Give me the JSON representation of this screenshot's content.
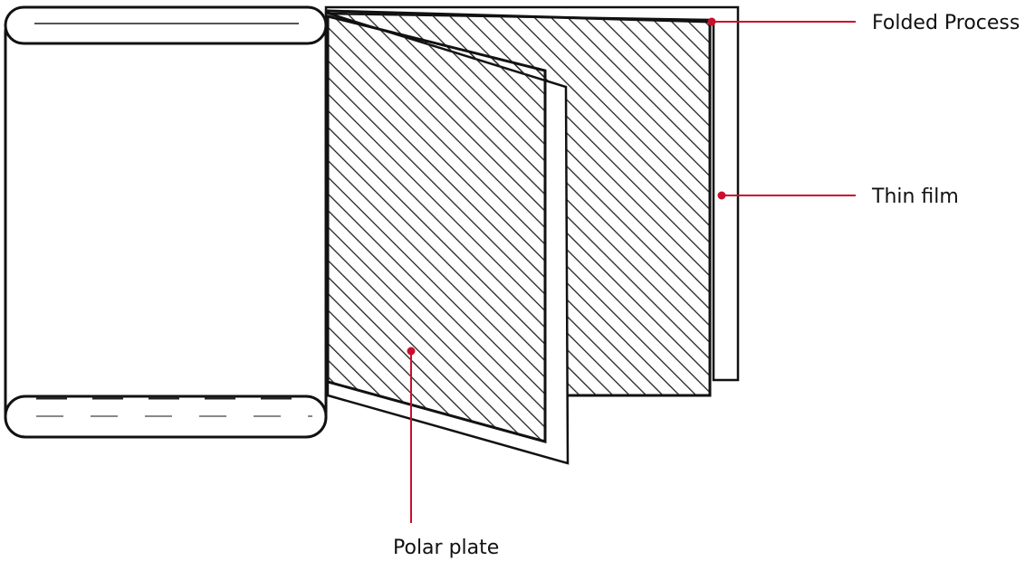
{
  "labels": {
    "folded_process": "Folded Process",
    "thin_film": "Thin film",
    "polar_plate": "Polar plate"
  },
  "colors": {
    "callout": "#c8102e",
    "outline": "#111111",
    "hatch": "#222222",
    "background": "#ffffff"
  }
}
